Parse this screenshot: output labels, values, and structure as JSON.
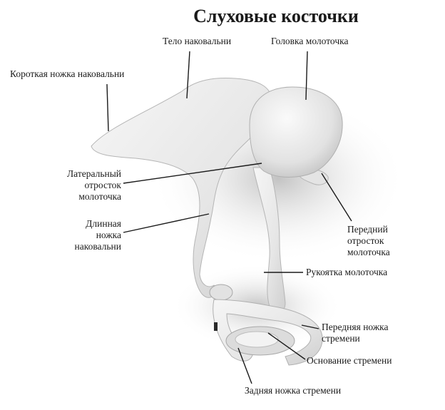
{
  "title": "Слуховые косточки",
  "labels": {
    "incus_body": "Тело наковальни",
    "malleus_head": "Головка молоточка",
    "incus_short_leg": "Короткая ножка наковальни",
    "malleus_lateral": [
      "Латеральный",
      "отросток",
      "молоточка"
    ],
    "incus_long_leg": [
      "Длинная",
      "ножка",
      "наковальни"
    ],
    "malleus_anterior": [
      "Передний",
      "отросток",
      "молоточка"
    ],
    "malleus_handle": "Рукоятка молоточка",
    "stapes_anterior_leg": [
      "Передняя ножка",
      "стремени"
    ],
    "stapes_base": "Основание стремени",
    "stapes_posterior_leg": "Задняя ножка стремени"
  },
  "colors": {
    "bone": "#ececec",
    "bone_shade": "#c9c9c9",
    "shadow": "#bdbdbd",
    "line": "#1a1a1a"
  }
}
